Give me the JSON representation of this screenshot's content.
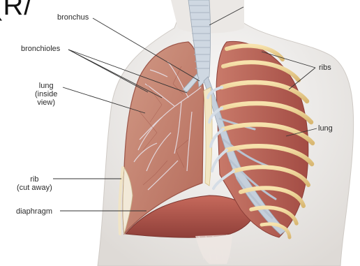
{
  "corner_letter": "(R/",
  "labels": {
    "bronchus": "bronchus",
    "bronchioles": "bronchioles",
    "lung_inside_line1": "lung",
    "lung_inside_line2": "(inside",
    "lung_inside_line3": "view)",
    "ribs": "ribs",
    "lung": "lung",
    "rib_cut_line1": "rib",
    "rib_cut_line2": "(cut away)",
    "diaphragm": "diaphragm"
  },
  "colors": {
    "skin": "#e9e6e3",
    "lung_tissue": "#c47f6a",
    "lung_muscle": "#b0554d",
    "rib_bone": "#f0d79a",
    "trachea": "#c9d3de",
    "pleura": "#f4efe4",
    "leader_line": "#333333"
  }
}
